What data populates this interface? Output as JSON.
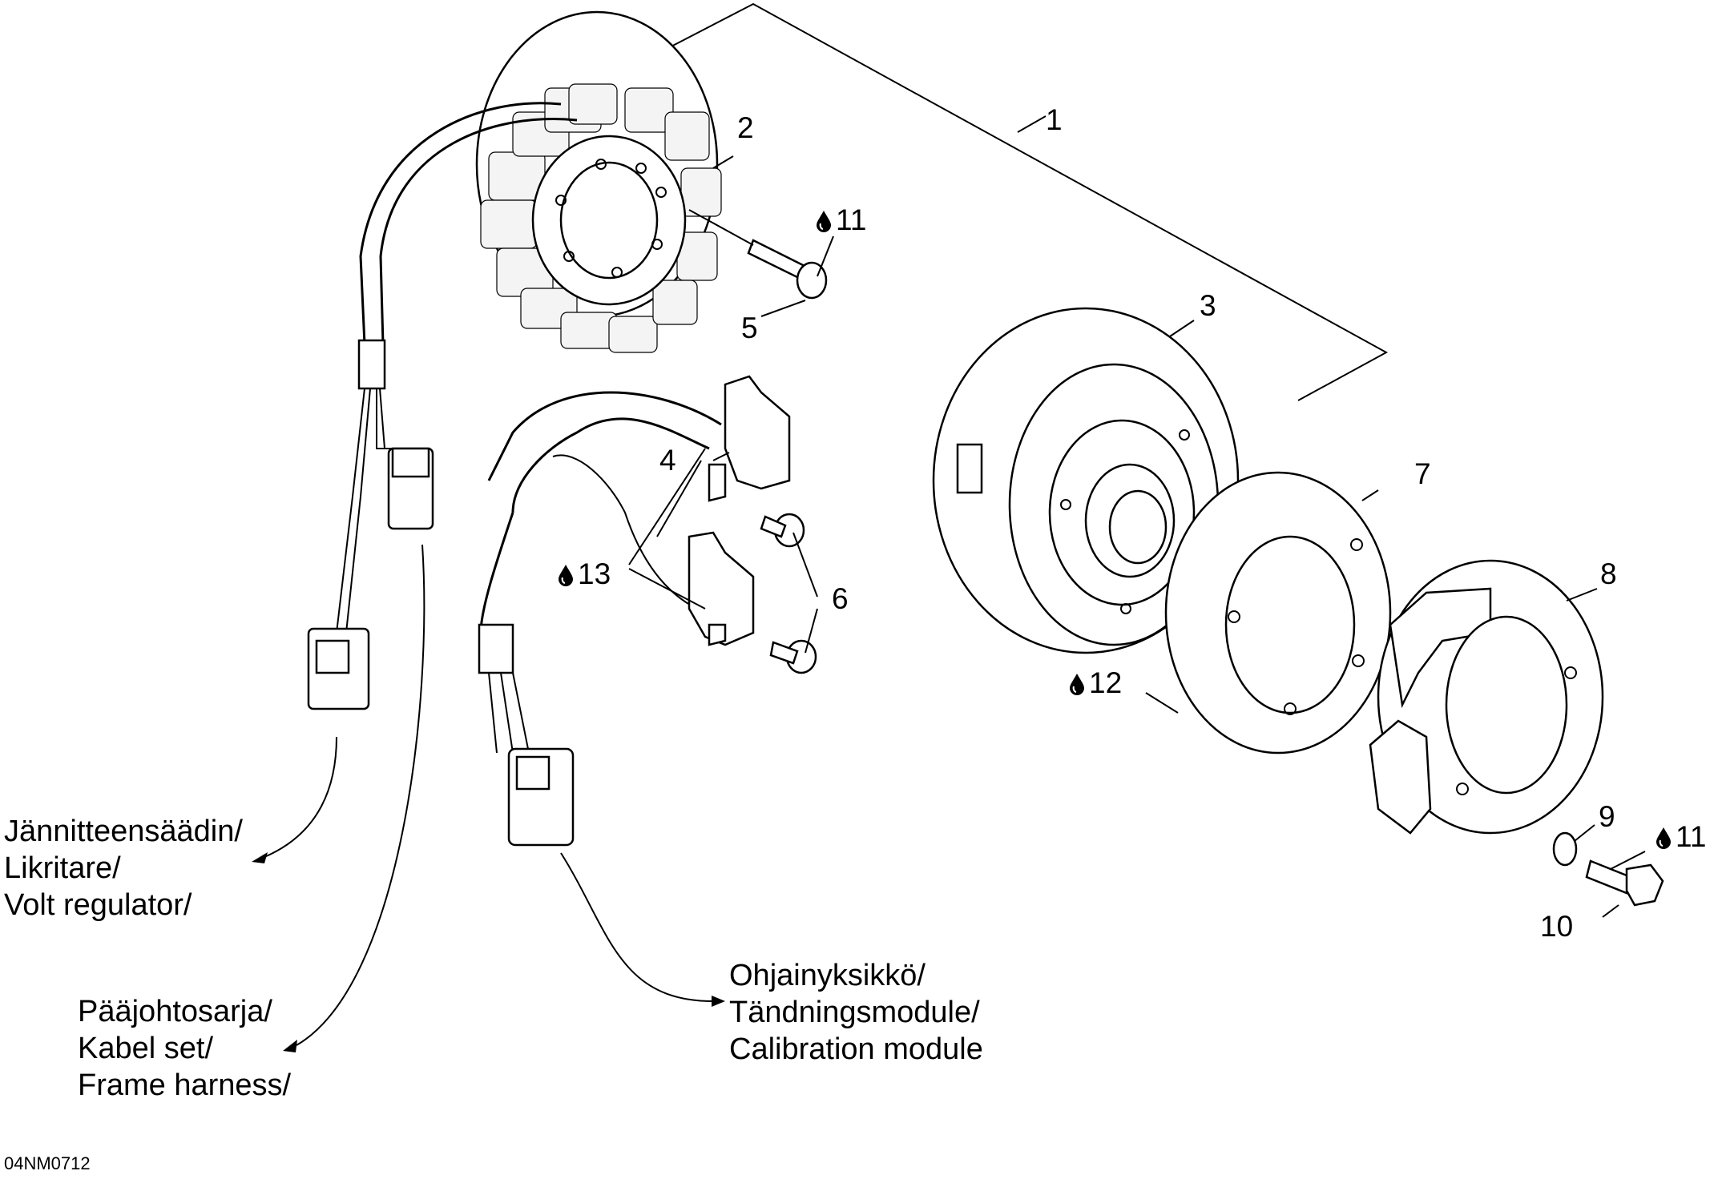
{
  "callouts": {
    "p1": "1",
    "p2": "2",
    "p3": "3",
    "p4": "4",
    "p5": "5",
    "p6": "6",
    "p7": "7",
    "p8": "8",
    "p9": "9",
    "p10": "10",
    "p11a": "11",
    "p11b": "11",
    "p12": "12",
    "p13": "13"
  },
  "connections": {
    "volt_regulator": [
      "Jännitteensäädin/",
      "Likritare/",
      "Volt regulator/"
    ],
    "frame_harness": [
      "Pääjohtosarja/",
      "Kabel set/",
      "Frame harness/"
    ],
    "calibration_module": [
      "Ohjainyksikkö/",
      "Tändningsmodule/",
      "Calibration module"
    ]
  },
  "drawing_code": "04NM0712",
  "icons": {
    "adhesive": "drop-icon"
  }
}
